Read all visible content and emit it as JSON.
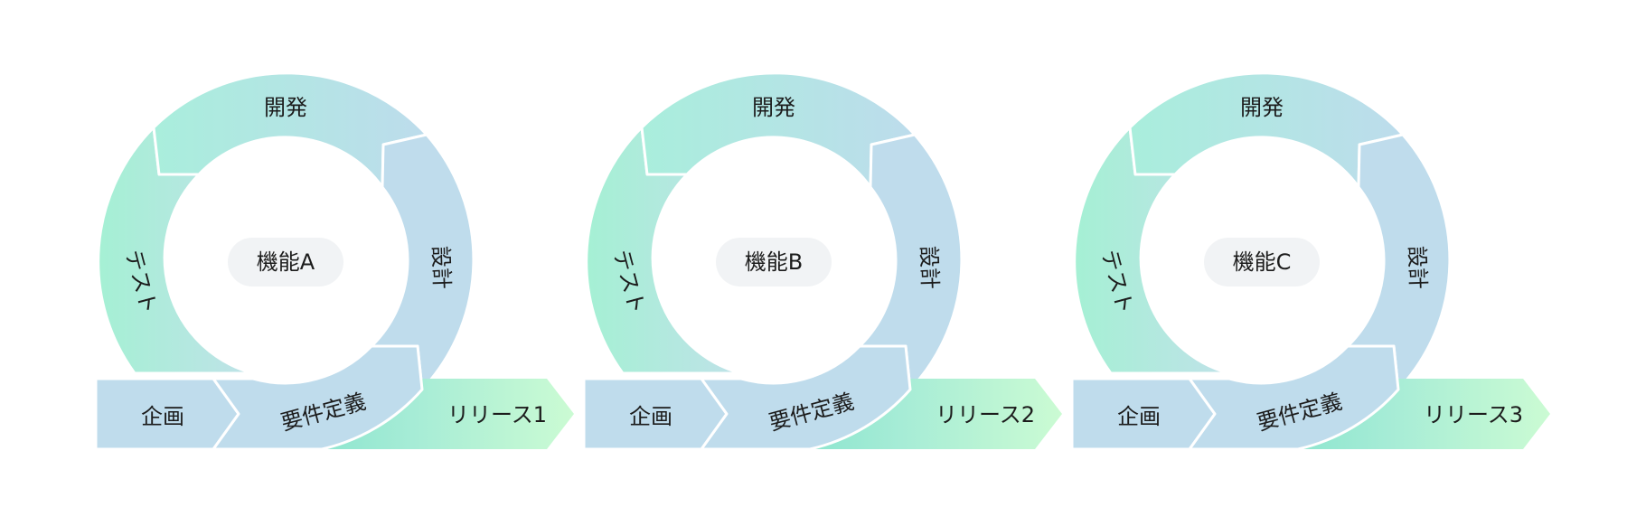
{
  "diagrams": [
    {
      "center_label": "機能A",
      "stages": {
        "planning": "企画",
        "requirements": "要件定義",
        "design": "設計",
        "development": "開発",
        "test": "テスト"
      },
      "release_label": "リリース1"
    },
    {
      "center_label": "機能B",
      "stages": {
        "planning": "企画",
        "requirements": "要件定義",
        "design": "設計",
        "development": "開発",
        "test": "テスト"
      },
      "release_label": "リリース2"
    },
    {
      "center_label": "機能C",
      "stages": {
        "planning": "企画",
        "requirements": "要件定義",
        "design": "設計",
        "development": "開発",
        "test": "テスト"
      },
      "release_label": "リリース3"
    }
  ],
  "colors": {
    "blue": "#bfdcec",
    "green": "#a8eeda",
    "release_light": "#c6fad2",
    "center_pill": "#f1f3f5",
    "text": "#1c1c1c"
  }
}
